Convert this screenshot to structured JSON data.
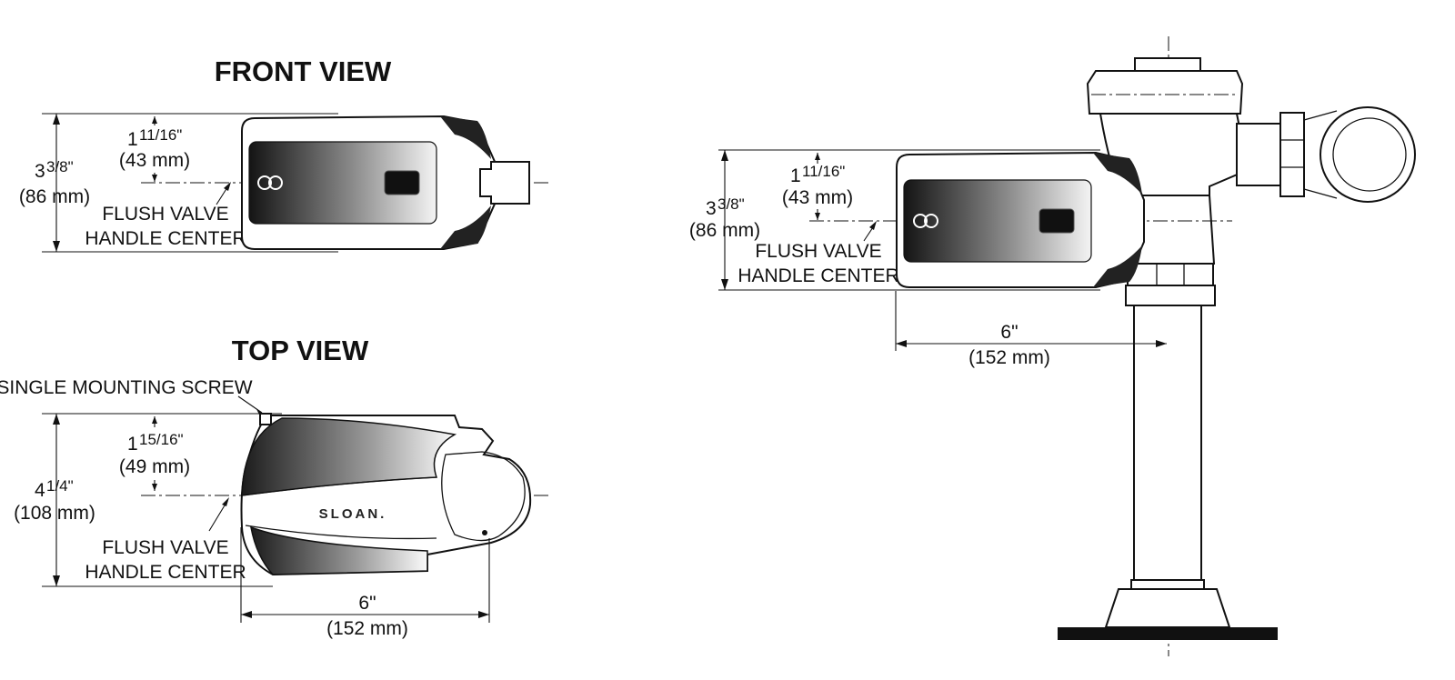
{
  "views": {
    "front": {
      "title": "FRONT VIEW",
      "height_whole": "3",
      "height_frac": "3/8\"",
      "height_mm": "(86 mm)",
      "offset_whole": "1",
      "offset_frac": "11/16\"",
      "offset_mm": "(43 mm)",
      "center_label_1": "FLUSH VALVE",
      "center_label_2": "HANDLE CENTER"
    },
    "top": {
      "title": "TOP VIEW",
      "screw_label": "SINGLE MOUNTING SCREW",
      "height_whole": "4",
      "height_frac": "1/4\"",
      "height_mm": "(108 mm)",
      "offset_whole": "1",
      "offset_frac": "15/16\"",
      "offset_mm": "(49 mm)",
      "center_label_1": "FLUSH VALVE",
      "center_label_2": "HANDLE CENTER",
      "depth": "6\"",
      "depth_mm": "(152 mm)",
      "brand": "SLOAN."
    },
    "side": {
      "height_whole": "3",
      "height_frac": "3/8\"",
      "height_mm": "(86 mm)",
      "offset_whole": "1",
      "offset_frac": "11/16\"",
      "offset_mm": "(43 mm)",
      "center_label_1": "FLUSH VALVE",
      "center_label_2": "HANDLE CENTER",
      "depth": "6\"",
      "depth_mm": "(152 mm)"
    }
  },
  "colors": {
    "line": "#111111",
    "body_dark": "#1a1a1a",
    "body_light": "#ffffff"
  }
}
